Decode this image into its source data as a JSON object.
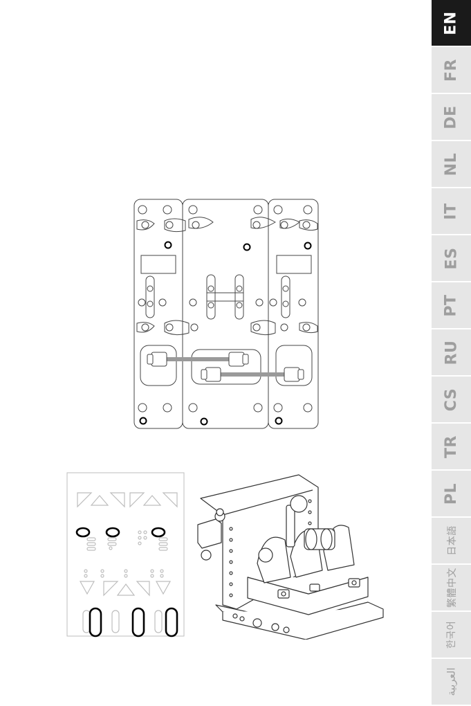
{
  "language_tabs": [
    {
      "label": "EN",
      "active": true
    },
    {
      "label": "FR",
      "active": false
    },
    {
      "label": "DE",
      "active": false
    },
    {
      "label": "NL",
      "active": false
    },
    {
      "label": "IT",
      "active": false
    },
    {
      "label": "ES",
      "active": false
    },
    {
      "label": "PT",
      "active": false
    },
    {
      "label": "RU",
      "active": false
    },
    {
      "label": "CS",
      "active": false
    },
    {
      "label": "TR",
      "active": false
    },
    {
      "label": "PL",
      "active": false
    },
    {
      "label": "日本語",
      "active": false
    },
    {
      "label": "繁體中文",
      "active": false
    },
    {
      "label": "한국어",
      "active": false
    },
    {
      "label": "العربية",
      "active": false
    }
  ],
  "figures": {
    "product_label_marker": "*"
  },
  "colors": {
    "active_tab_bg": "#1a1a1a",
    "inactive_tab_bg": "#e6e6e6",
    "inactive_tab_text": "#9e9e9e",
    "line_art": "#333333",
    "highlight": "#000000"
  }
}
